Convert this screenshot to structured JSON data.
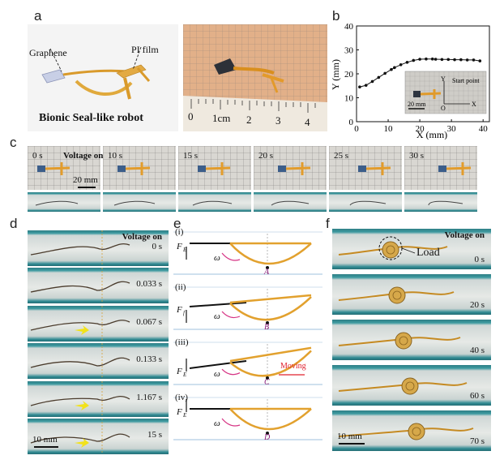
{
  "panels": {
    "a": {
      "label": "a",
      "graphene_label": "Graphene",
      "pi_label": "PI film",
      "title": "Bionic Seal-like robot",
      "ruler_labels": [
        "0",
        "1cm",
        "2",
        "3",
        "4"
      ]
    },
    "b": {
      "label": "b",
      "inset_start": "Start point",
      "inset_y": "Y",
      "inset_o": "O",
      "inset_x": "X",
      "inset_scale": "20 mm"
    },
    "c": {
      "label": "c",
      "voltage": "Voltage on",
      "scale": "20 mm",
      "frames": [
        "0 s",
        "10 s",
        "15 s",
        "20 s",
        "25 s",
        "30 s"
      ]
    },
    "d": {
      "label": "d",
      "voltage": "Voltage on",
      "scale": "10 mm",
      "frames": [
        "0 s",
        "0.033 s",
        "0.067 s",
        "0.133 s",
        "1.167 s",
        "15 s"
      ]
    },
    "e": {
      "label": "e",
      "steps": [
        {
          "roman": "(i)",
          "force": "F",
          "sub": "E",
          "omega": "ω",
          "point": "A"
        },
        {
          "roman": "(ii)",
          "force": "F",
          "sub": "f",
          "omega": "ω",
          "point": "B"
        },
        {
          "roman": "(iii)",
          "force": "F",
          "sub": "E",
          "omega": "ω",
          "point": "C",
          "moving": "Moving"
        },
        {
          "roman": "(iv)",
          "force": "F",
          "sub": "E",
          "omega": "ω",
          "point": "D"
        }
      ]
    },
    "f": {
      "label": "f",
      "voltage": "Voltage on",
      "load": "Load",
      "scale": "10 mm",
      "frames": [
        "0 s",
        "20 s",
        "40 s",
        "60 s",
        "70 s"
      ]
    }
  },
  "chart_data": {
    "type": "line",
    "xlabel": "X (mm)",
    "ylabel": "Y (mm)",
    "xlim": [
      0,
      42
    ],
    "ylim": [
      0,
      40
    ],
    "xticks": [
      0,
      10,
      20,
      30,
      40
    ],
    "yticks": [
      0,
      10,
      20,
      30,
      40
    ],
    "x": [
      1,
      3,
      5,
      7,
      9,
      11,
      12,
      14,
      16,
      18,
      20,
      22,
      24,
      25,
      27,
      29,
      31,
      33,
      35,
      37,
      39
    ],
    "y": [
      14.5,
      15.2,
      16.8,
      18.5,
      20.2,
      21.8,
      22.6,
      23.8,
      24.8,
      25.6,
      26.1,
      26.2,
      26.2,
      26.1,
      26.0,
      26.0,
      25.9,
      25.9,
      25.8,
      25.8,
      25.4
    ],
    "grid": false,
    "colors": {
      "line": "#111111",
      "marker": "#111111"
    }
  }
}
